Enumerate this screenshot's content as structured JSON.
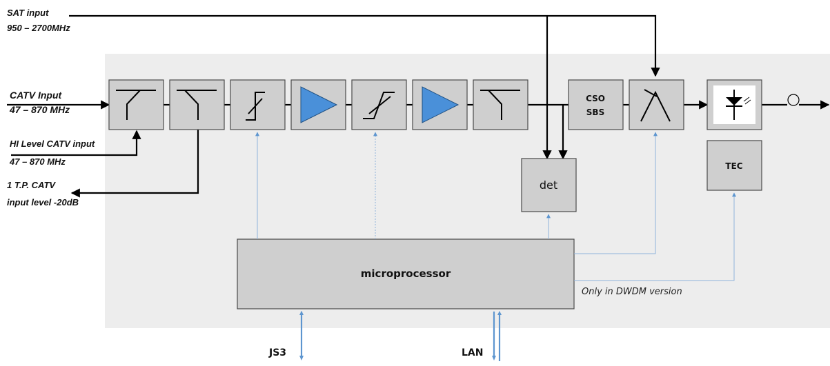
{
  "inputs": {
    "sat_line1": "SAT input",
    "sat_line2": "950 – 2700MHz",
    "catv_line1": "CATV Input",
    "catv_line2": "47 – 870 MHz",
    "hi_line1": "HI Level CATV input",
    "hi_line2": "47 – 870 MHz",
    "tp_line1": "1 T.P. CATV",
    "tp_line2": "input level -20dB"
  },
  "blocks": {
    "cso_line1": "CSO",
    "cso_line2": "SBS",
    "det": "det",
    "tec": "TEC",
    "microprocessor": "microprocessor"
  },
  "notes": {
    "dwdm": "Only in DWDM version"
  },
  "buses": {
    "js3": "JS3",
    "lan": "LAN"
  },
  "colors": {
    "panel": "#ededed",
    "block": "#cfcfcf",
    "amplifier": "#4a90d9",
    "control_line": "#8fb4dc",
    "bus_line": "#5d95cf"
  }
}
